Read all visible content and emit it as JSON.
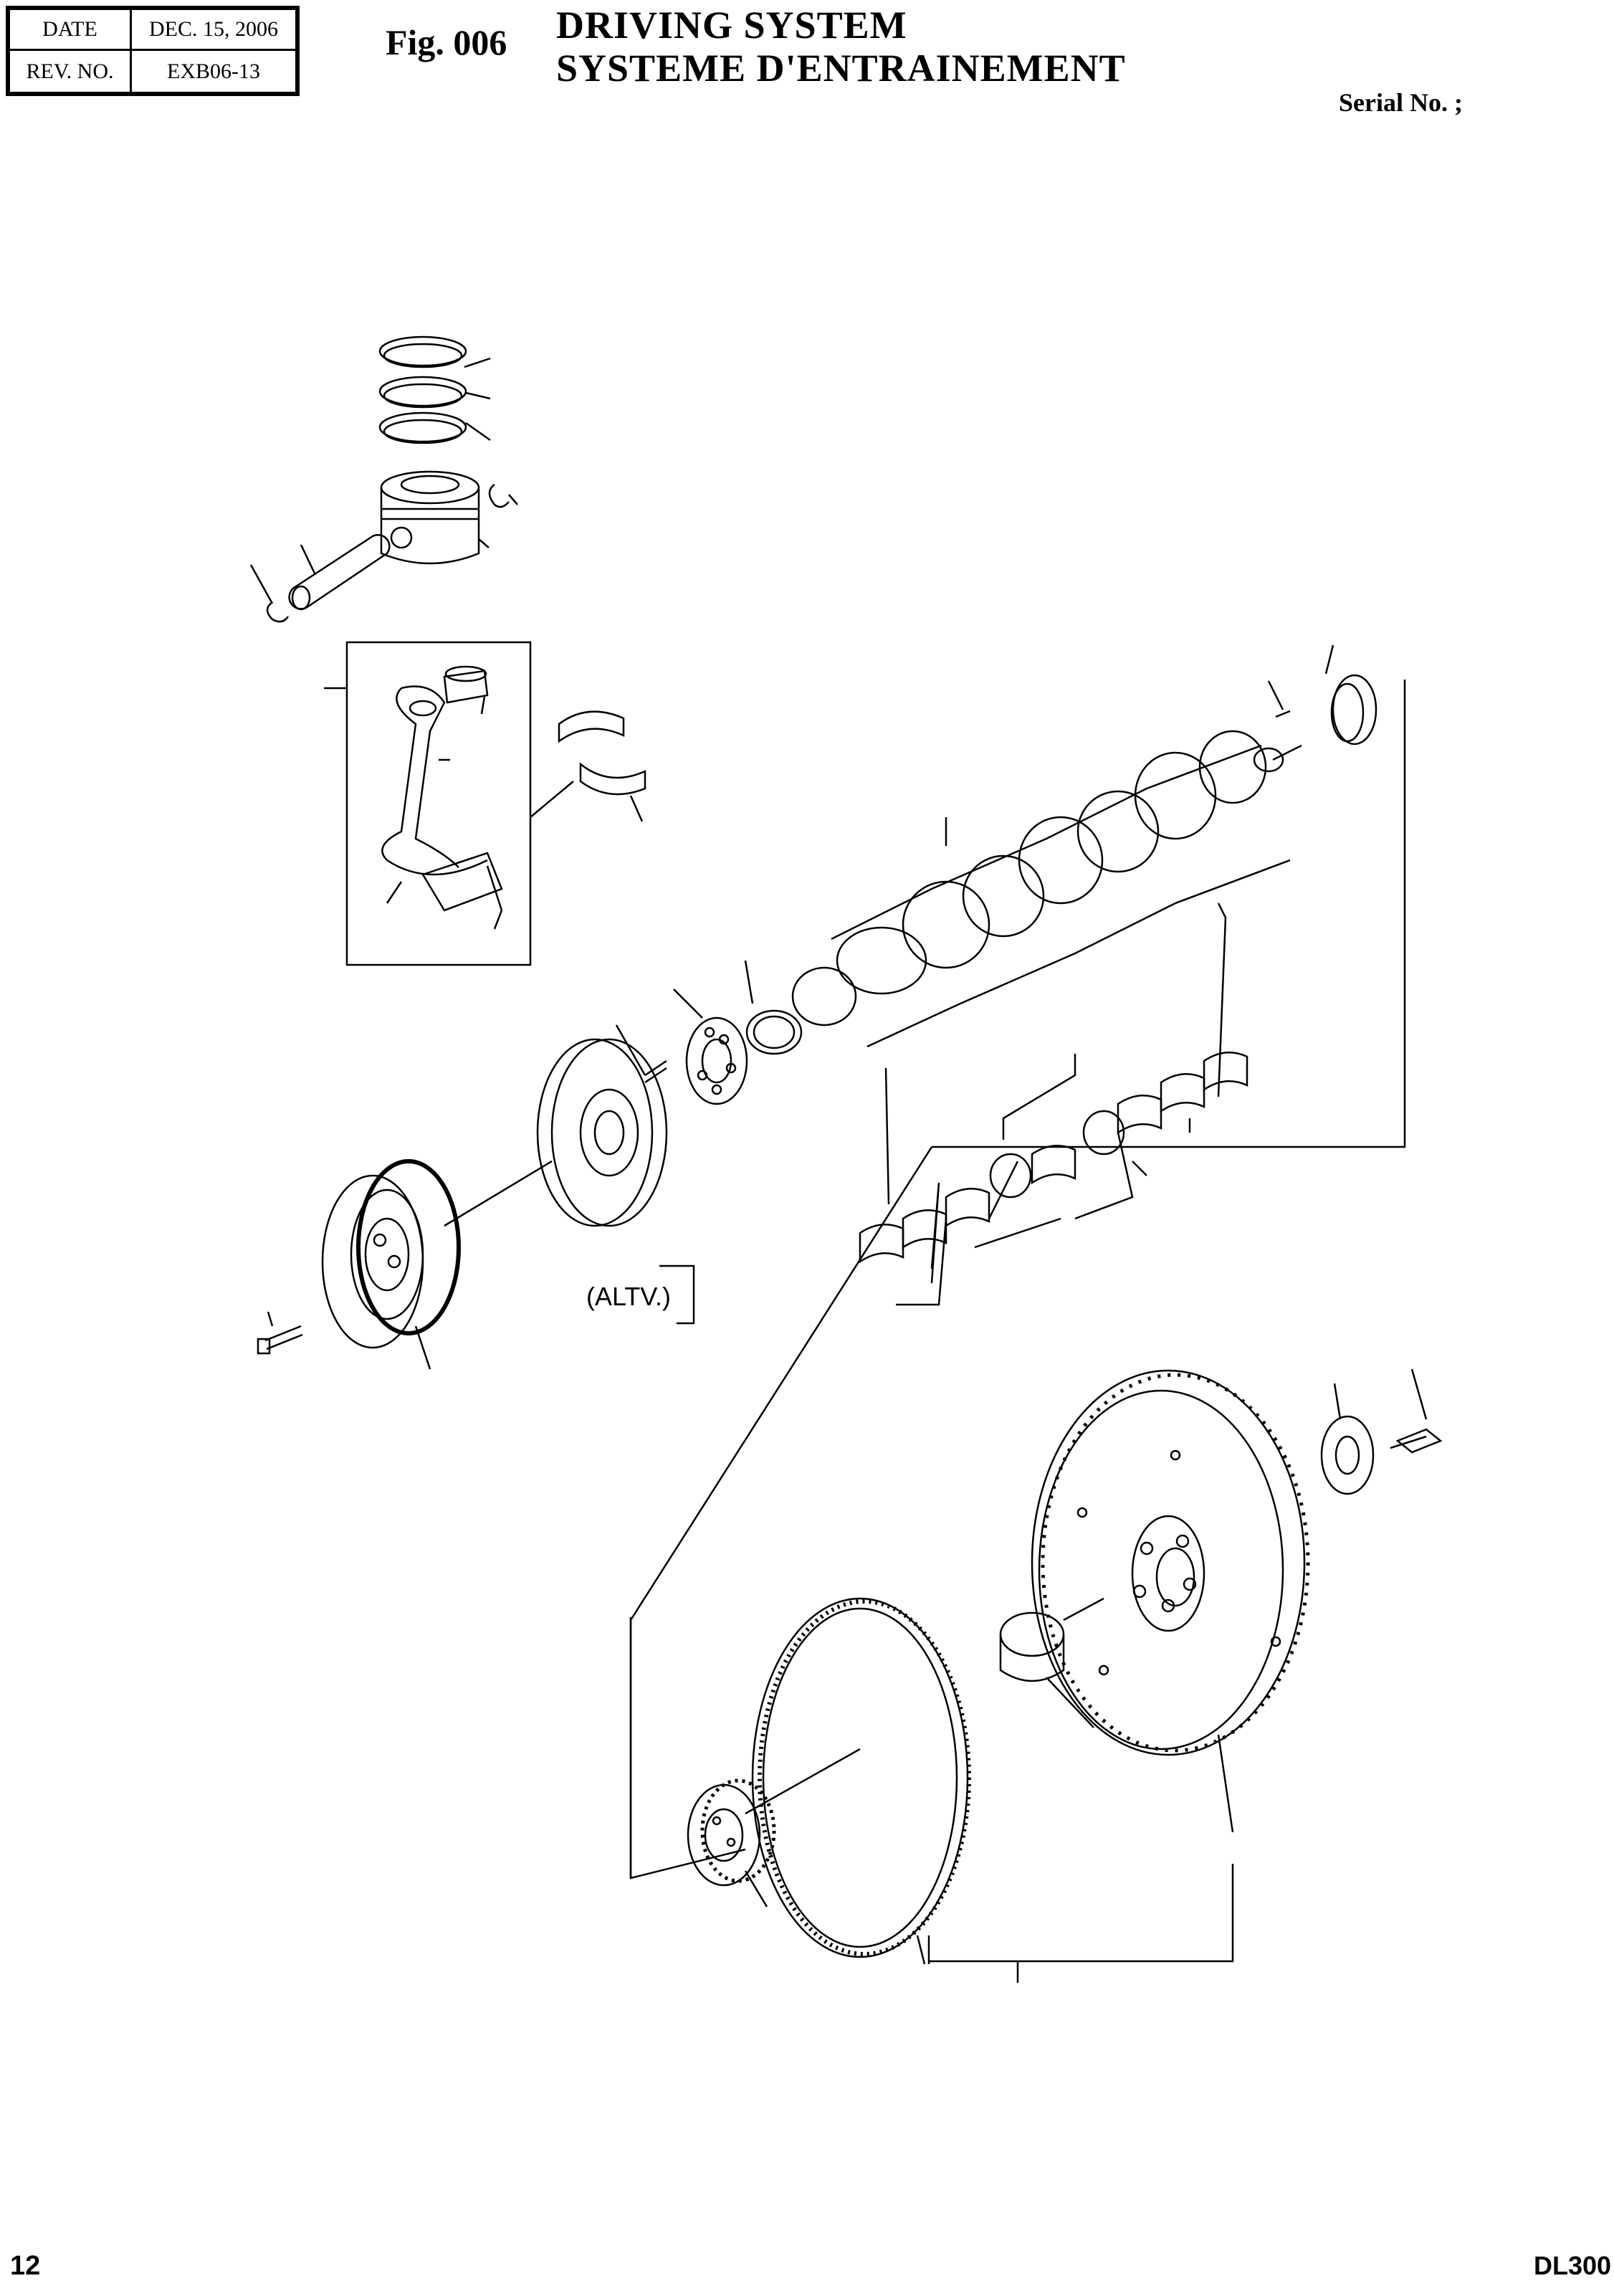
{
  "header": {
    "date_label": "DATE",
    "date_value": "DEC. 15, 2006",
    "rev_label": "REV. NO.",
    "rev_value": "EXB06-13"
  },
  "figure": {
    "number": "Fig. 006",
    "title_en": "DRIVING SYSTEM",
    "title_fr": "SYSTEME D'ENTRAINEMENT",
    "serial": "Serial No. ;"
  },
  "annotations": {
    "alternative": "(ALTV.)"
  },
  "footer": {
    "page": "12",
    "model": "DL300"
  }
}
